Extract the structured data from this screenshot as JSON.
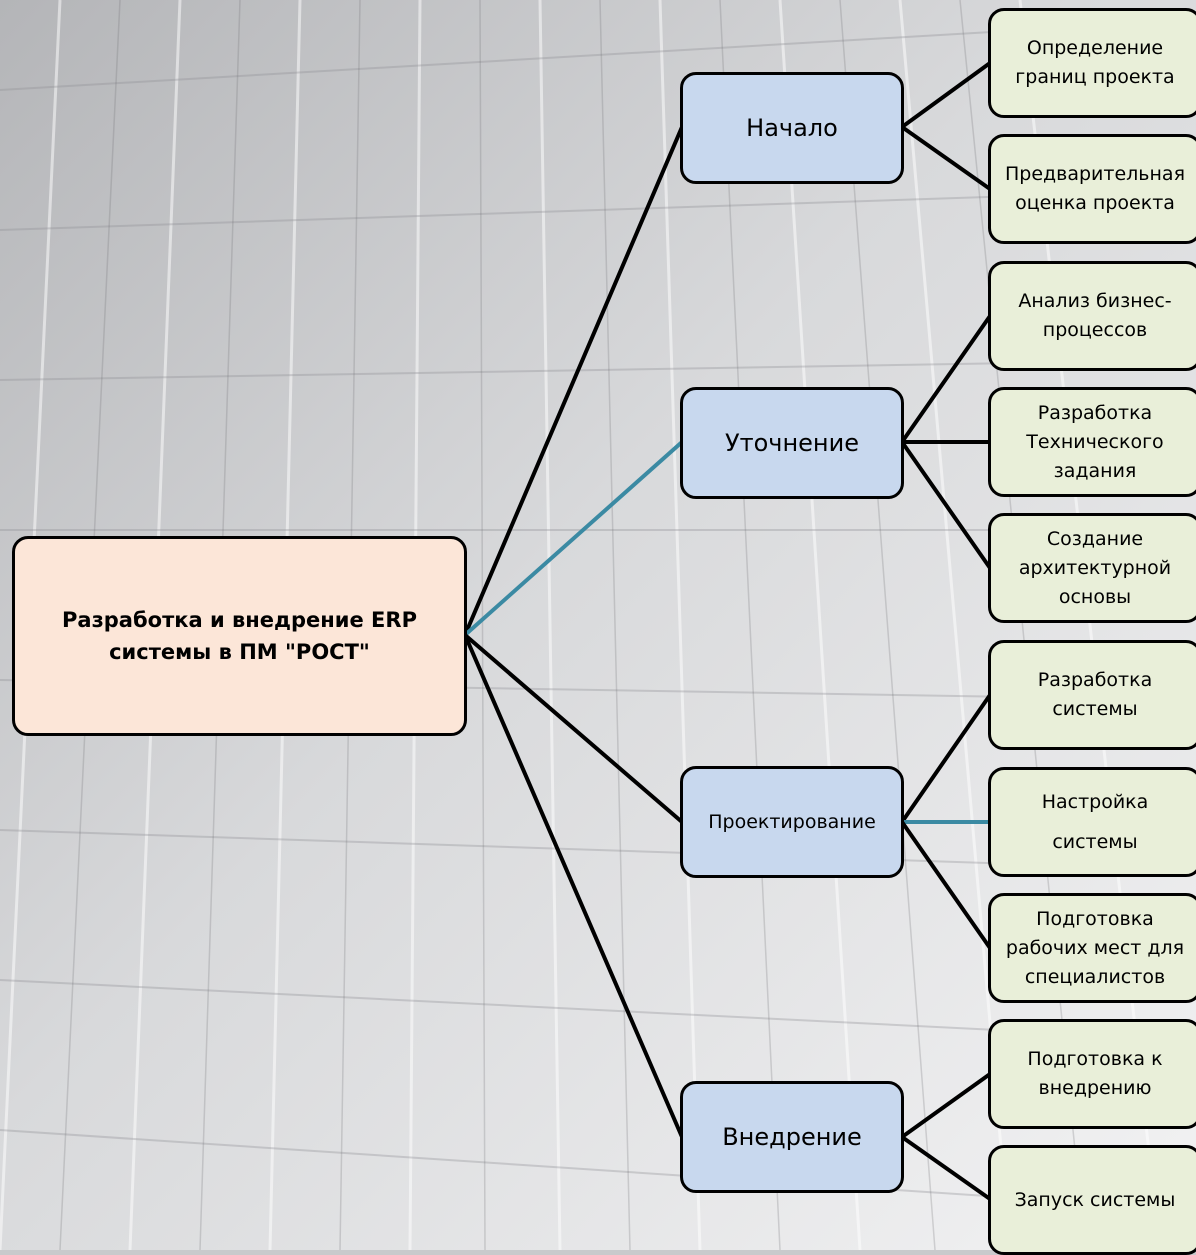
{
  "root": {
    "label_lines": [
      "Разработка и внедрение ERP",
      "системы в ПМ \"РОСТ\""
    ]
  },
  "phases": [
    {
      "label": "Начало"
    },
    {
      "label": "Уточнение"
    },
    {
      "label": "Проектирование"
    },
    {
      "label": "Внедрение"
    }
  ],
  "tasks": [
    {
      "lines": [
        "Определение",
        "границ проекта"
      ]
    },
    {
      "lines": [
        "Предварительная",
        "оценка проекта"
      ]
    },
    {
      "lines": [
        "Анализ бизнес-",
        "процессов"
      ]
    },
    {
      "lines": [
        "Разработка",
        "Технического",
        "задания"
      ]
    },
    {
      "lines": [
        "Создание",
        "архитектурной",
        "основы"
      ]
    },
    {
      "lines": [
        "Разработка",
        "системы"
      ]
    },
    {
      "lines": [
        "Настройка",
        "системы"
      ]
    },
    {
      "lines": [
        "Подготовка",
        "рабочих мест для",
        "специалистов"
      ]
    },
    {
      "lines": [
        "Подготовка к",
        "внедрению"
      ]
    },
    {
      "lines": [
        "Запуск системы"
      ]
    }
  ],
  "colors": {
    "root_fill": "#fce6d8",
    "phase_fill": "#c8d8ee",
    "task_fill": "#e9efd9",
    "connector": "#000000",
    "connector_accent": "#3b8aa3"
  }
}
